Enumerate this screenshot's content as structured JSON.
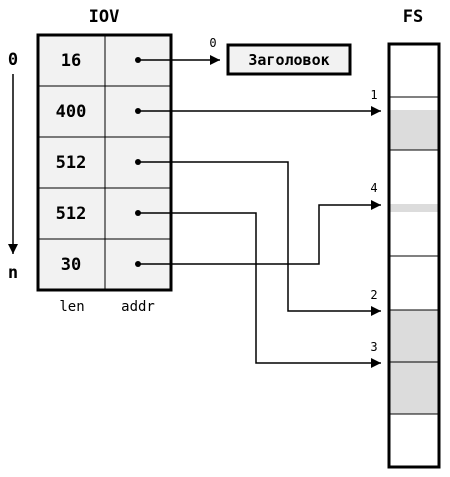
{
  "iov": {
    "title": "IOV",
    "column_labels": {
      "len": "len",
      "addr": "addr"
    },
    "rows": [
      {
        "len": "16"
      },
      {
        "len": "400"
      },
      {
        "len": "512"
      },
      {
        "len": "512"
      },
      {
        "len": "30"
      }
    ]
  },
  "fs": {
    "title": "FS"
  },
  "index_axis": {
    "start": "0",
    "end": "n"
  },
  "header_box": {
    "label": "Заголовок",
    "pointer_label": "0"
  },
  "pointers": [
    {
      "label": "1"
    },
    {
      "label": "4"
    },
    {
      "label": "2"
    },
    {
      "label": "3"
    }
  ],
  "colors": {
    "cell_fill": "#f2f2f2",
    "fs_shade": "#dcdcdc",
    "stroke": "#000000"
  }
}
